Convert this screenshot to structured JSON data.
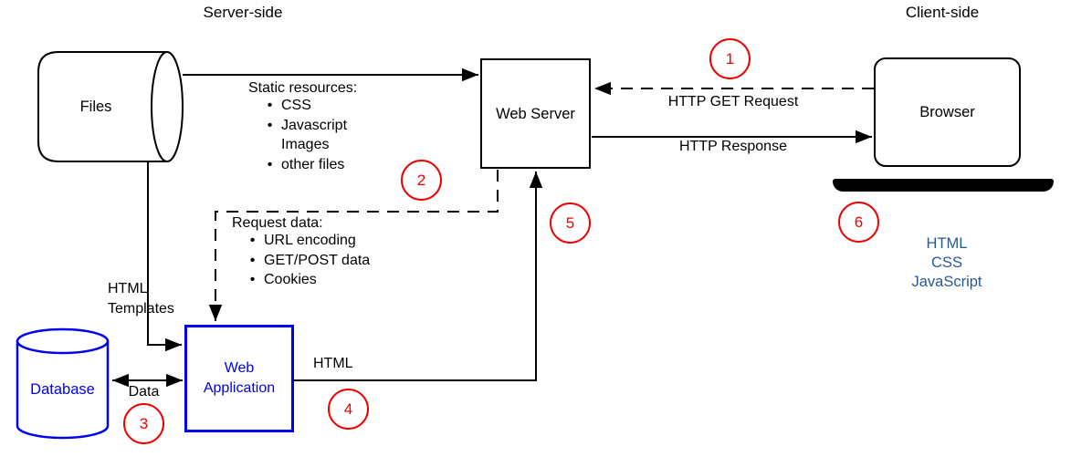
{
  "titles": {
    "server_side": "Server-side",
    "client_side": "Client-side"
  },
  "nodes": {
    "files": {
      "label": "Files"
    },
    "web_server": {
      "label": "Web Server"
    },
    "browser": {
      "label": "Browser"
    },
    "database": {
      "label": "Database"
    },
    "web_application": {
      "line1": "Web",
      "line2": "Application"
    }
  },
  "edges": {
    "static_resources": {
      "heading": "Static resources:",
      "items": [
        "CSS",
        "Javascript",
        "Images",
        "other files"
      ]
    },
    "request_data": {
      "heading": "Request data:",
      "items": [
        "URL encoding",
        "GET/POST data",
        "Cookies"
      ]
    },
    "http_get": "HTTP GET Request",
    "http_response": "HTTP Response",
    "html_templates": {
      "line1": "HTML",
      "line2": "Templates"
    },
    "data": "Data",
    "html": "HTML"
  },
  "client_stack": {
    "lines": [
      "HTML",
      "CSS",
      "JavaScript"
    ]
  },
  "steps": [
    "1",
    "2",
    "3",
    "4",
    "5",
    "6"
  ],
  "glyphs": {
    "bullet": "•"
  },
  "colors": {
    "node_blue": "#0101ee",
    "step_red": "#ee0000",
    "stack_blue": "#2a5795",
    "line_black": "#000000"
  }
}
